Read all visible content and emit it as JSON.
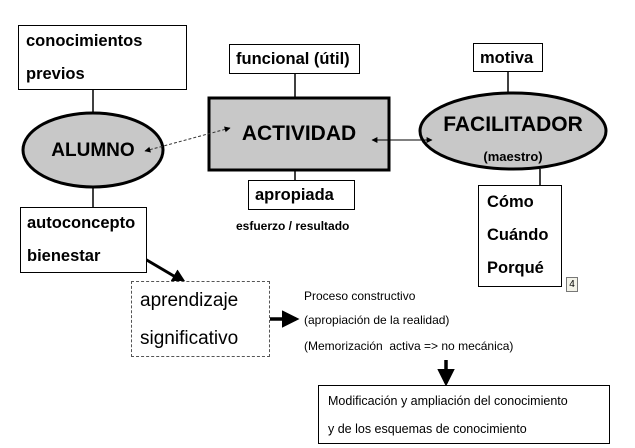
{
  "nodes": {
    "conocimientos": {
      "line1": "conocimientos",
      "line2": "previos"
    },
    "alumno": "ALUMNO",
    "autoconcepto": {
      "line1": "autoconcepto",
      "line2": "bienestar"
    },
    "funcional": "funcional (útil)",
    "actividad": "ACTIVIDAD",
    "apropiada": "apropiada",
    "esfuerzo": "esfuerzo / resultado",
    "motiva": "motiva",
    "facilitador": "FACILITADOR",
    "maestro": "(maestro)",
    "preguntas": [
      "Cómo",
      "Cuándo",
      "Porqué"
    ],
    "page_number": "4",
    "aprendizaje": {
      "line1": "aprendizaje",
      "line2": "significativo"
    },
    "proceso": [
      "Proceso constructivo",
      "(apropiación de la realidad)",
      "(Memorización  activa => no mecánica)"
    ],
    "modificacion": {
      "line1": "Modificación y ampliación del conocimiento",
      "line2": "y de los esquemas de conocimiento"
    }
  },
  "colors": {
    "shape_fill": "#c8c8c8",
    "border": "#000000",
    "dashed_border": "#555555"
  }
}
